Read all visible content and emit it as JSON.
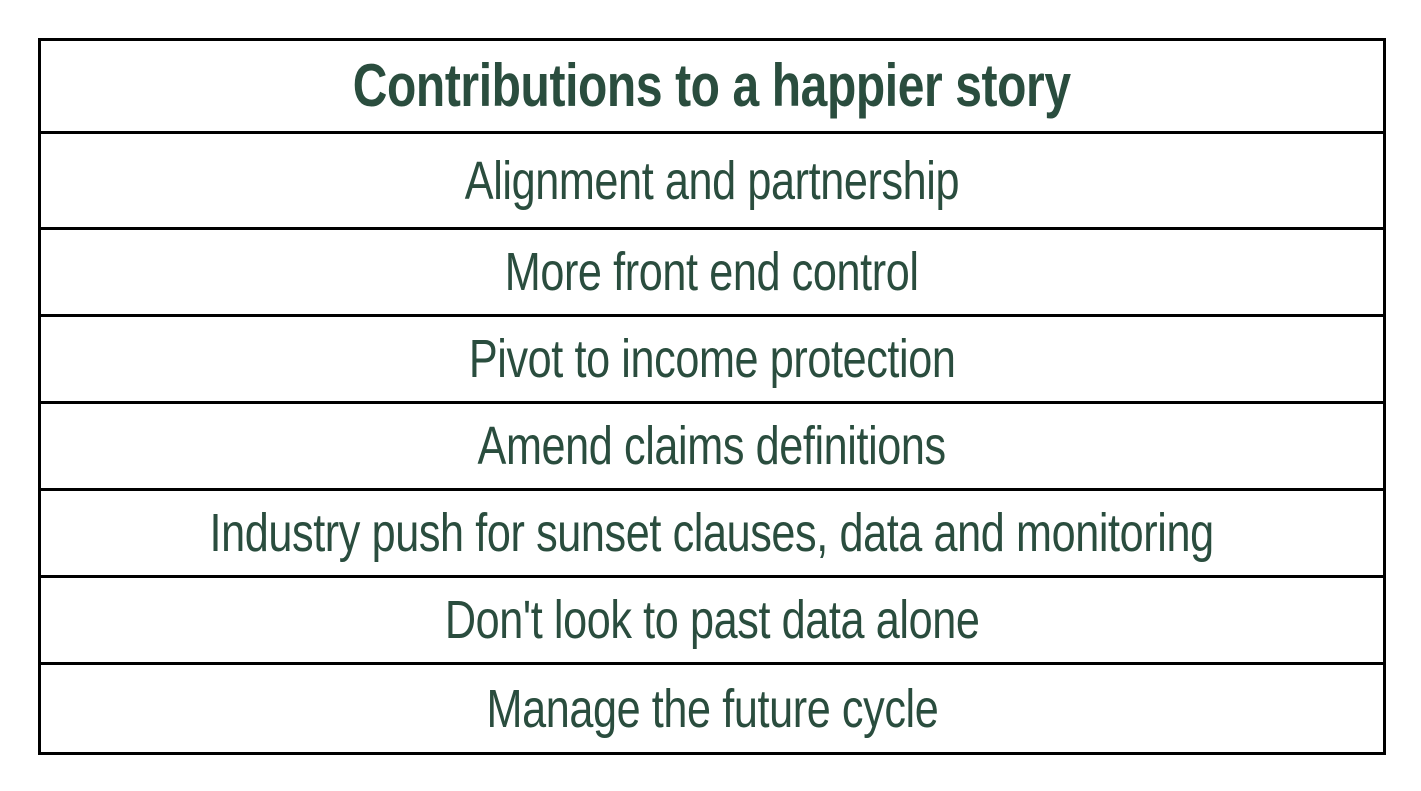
{
  "table": {
    "title": "Contributions to a happier story",
    "rows": [
      {
        "label": "Alignment and partnership"
      },
      {
        "label": "More front end control"
      },
      {
        "label": "Pivot to income protection"
      },
      {
        "label": "Amend claims definitions"
      },
      {
        "label": "Industry push for sunset clauses, data and monitoring"
      },
      {
        "label": "Don't look to past data alone"
      },
      {
        "label": "Manage the future cycle"
      }
    ],
    "colors": {
      "text": "#2A4D3E",
      "border": "#000000",
      "background": "#FFFFFF"
    }
  }
}
